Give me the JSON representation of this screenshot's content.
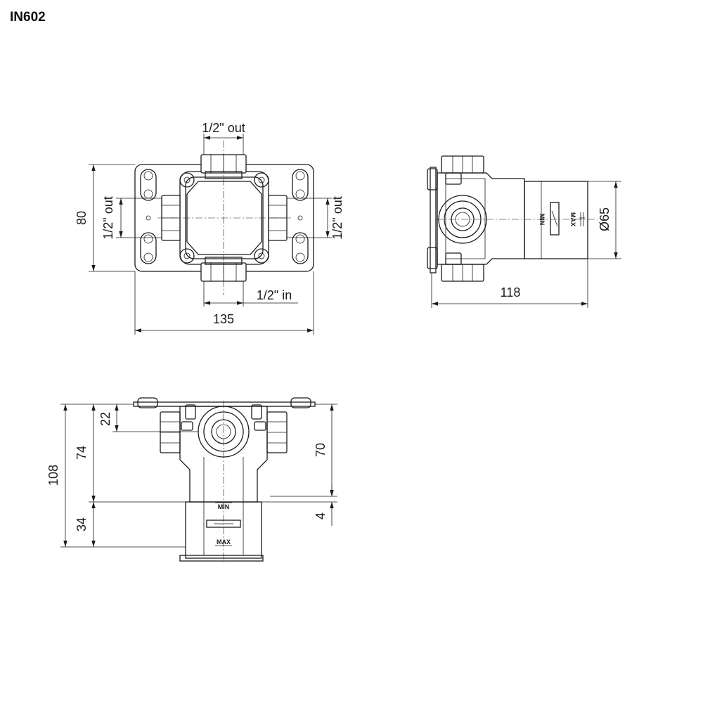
{
  "title": "IN602",
  "front_view": {
    "top_port_label": "1/2\" out",
    "left_port_label": "1/2\" out",
    "right_port_label": "1/2\" out",
    "bottom_port_label": "1/2\" in",
    "height_dim": "80",
    "width_dim": "135"
  },
  "side_view": {
    "length_dim": "118",
    "diameter_dim": "Ø65",
    "min_label": "MIN",
    "max_label": "MAX"
  },
  "bottom_view": {
    "dim_total": "108",
    "dim_74": "74",
    "dim_22": "22",
    "dim_34": "34",
    "dim_70": "70",
    "dim_4": "4",
    "min_label": "MIN",
    "max_label": "MAX"
  }
}
